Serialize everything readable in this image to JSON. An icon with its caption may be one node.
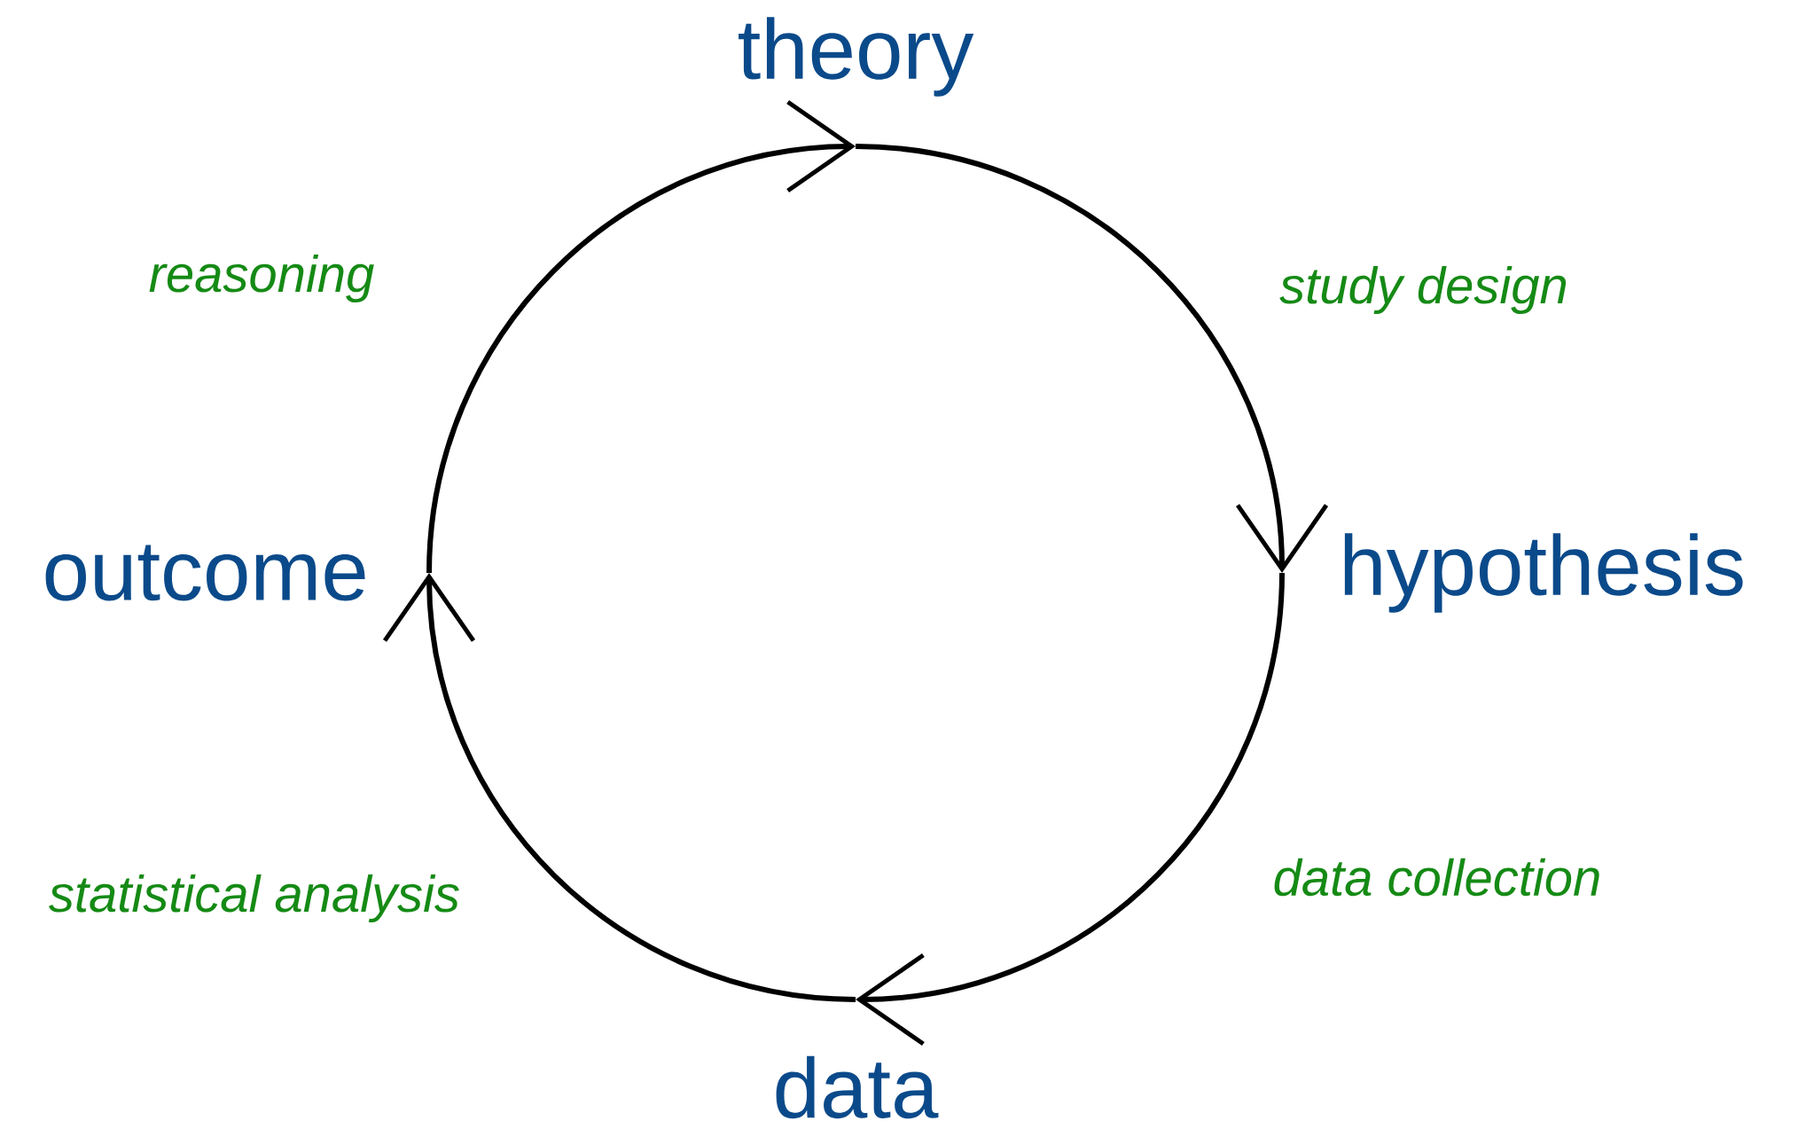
{
  "diagram": {
    "nodes": [
      {
        "text": [
          "theory"
        ]
      },
      {
        "text": [
          "hypothesis"
        ]
      },
      {
        "text": [
          "data"
        ]
      },
      {
        "text": [
          "outcome"
        ]
      }
    ],
    "edges": [
      {
        "from": 0,
        "to": 1,
        "arrow": "to",
        "label": "study design"
      },
      {
        "from": 1,
        "to": 2,
        "arrow": "to",
        "label": "data collection"
      },
      {
        "from": 2,
        "to": 3,
        "arrow": "to",
        "label": "statistical analysis"
      },
      {
        "from": 3,
        "to": 0,
        "arrow": "to",
        "label": "reasoning"
      }
    ]
  }
}
